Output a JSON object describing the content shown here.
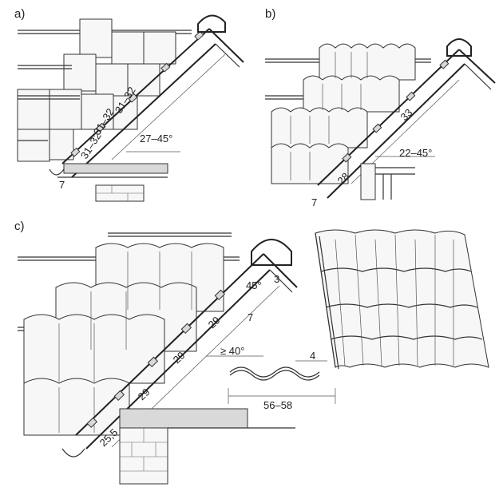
{
  "panels": {
    "a": {
      "label": "a)",
      "dims": {
        "slope": "27–45°",
        "lath_upper": "31–32",
        "lath_mid": "31–32",
        "lath_lower": "31–32",
        "eave": "7"
      }
    },
    "b": {
      "label": "b)",
      "dims": {
        "slope": "22–45°",
        "lath_upper": "33",
        "lath_lower": "28",
        "eave": "7"
      }
    },
    "c": {
      "label": "c)",
      "dims": {
        "ridge_angle": "45°",
        "ridge_gap": "3",
        "gap_side": "7",
        "lath_top": "29",
        "lath_mid": "29",
        "lath_low": "29",
        "eave": "25,5",
        "slope": "≥ 40°",
        "profile_depth": "4",
        "width": "56–58"
      }
    }
  }
}
